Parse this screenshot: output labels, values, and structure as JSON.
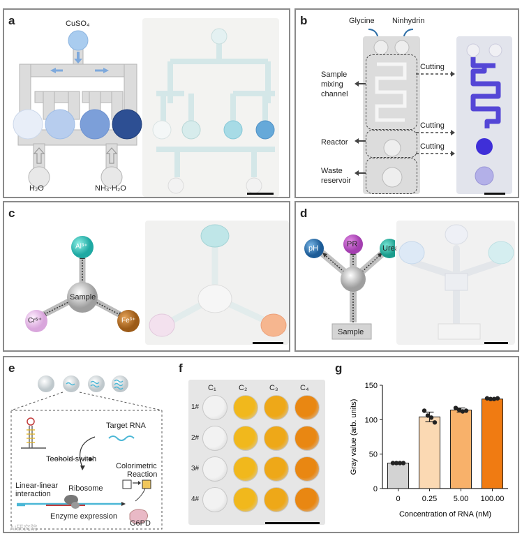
{
  "panels": {
    "a": {
      "label": "a",
      "top_reagent": "CuSO₄",
      "bottom_left": "H₂O",
      "bottom_right": "NH₃·H₂O"
    },
    "b": {
      "label": "b",
      "inlet_left": "Glycine",
      "inlet_right": "Ninhydrin",
      "parts": [
        "Sample\nmixing\nchannel",
        "Reactor",
        "Waste\nreservoir"
      ],
      "part_lines": [
        [
          "Sample",
          "mixing",
          "channel"
        ],
        [
          "Reactor"
        ],
        [
          "Waste",
          "reservoir"
        ]
      ],
      "cut_label": "Cutting"
    },
    "c": {
      "label": "c",
      "center": "Sample",
      "top": "Al³⁺",
      "left": "Cr⁶⁺",
      "right": "Fe³⁺"
    },
    "d": {
      "label": "d",
      "left": "pH",
      "middle": "PR",
      "right": "Urea",
      "bottom": "Sample"
    },
    "e": {
      "label": "e",
      "target": "Target RNA",
      "switch": "Teohold switch",
      "ribosome": "Ribosome",
      "interaction_1": "Linear-linear",
      "interaction_2": "interaction",
      "colorimetric_1": "Colorimetric",
      "colorimetric_2": "Reaction",
      "expression": "Enzyme expression",
      "enzyme": "G6PD"
    },
    "f": {
      "label": "f",
      "cols": [
        "C₁",
        "C₂",
        "C₃",
        "C₄"
      ],
      "rows": [
        "1#",
        "2#",
        "3#",
        "4#"
      ],
      "colors": [
        "#f2f2f2",
        "#f1b81c",
        "#eea818",
        "#e98712"
      ]
    },
    "g": {
      "label": "g"
    }
  },
  "watermark": "AI研究院",
  "chart_data": {
    "type": "bar",
    "categories": [
      "0",
      "0.25",
      "5.00",
      "100.00"
    ],
    "values": [
      37,
      104,
      114,
      130
    ],
    "points": [
      [
        37,
        37,
        37,
        37
      ],
      [
        113,
        106,
        103,
        96
      ],
      [
        117,
        114,
        112,
        113
      ],
      [
        131,
        130,
        130,
        131
      ]
    ],
    "errors": [
      0.5,
      7,
      3,
      0.8
    ],
    "colors": [
      "#d3d3d3",
      "#fbd9b3",
      "#f8b16a",
      "#f07b12"
    ],
    "xlabel": "Concentration of RNA (nM)",
    "ylabel": "Gray value (arb. units)",
    "ylim": [
      0,
      150
    ],
    "yticks": [
      0,
      50,
      100,
      150
    ]
  }
}
